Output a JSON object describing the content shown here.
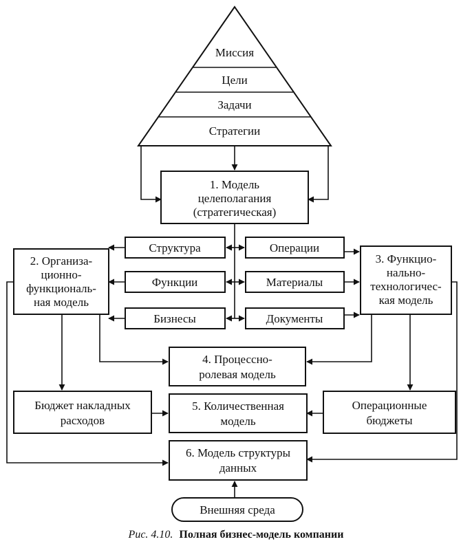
{
  "pyramid": {
    "levels": [
      "Миссия",
      "Цели",
      "Задачи",
      "Стратегии"
    ]
  },
  "nodes": {
    "goal_model": [
      "1. Модель",
      "целеполагания",
      "(стратегическая)"
    ],
    "org_model": [
      "2. Организа-",
      "ционно-",
      "функциональ-",
      "ная модель"
    ],
    "func_model": [
      "3. Функцио-",
      "нально-",
      "технологичес-",
      "кая модель"
    ],
    "structure": [
      "Структура"
    ],
    "functions": [
      "Функции"
    ],
    "businesses": [
      "Бизнесы"
    ],
    "operations": [
      "Операции"
    ],
    "materials": [
      "Материалы"
    ],
    "documents": [
      "Документы"
    ],
    "process_model": [
      "4. Процессно-",
      "ролевая модель"
    ],
    "overhead_budget": [
      "Бюджет накладных",
      "расходов"
    ],
    "quant_model": [
      "5. Количественная",
      "модель"
    ],
    "op_budgets": [
      "Операционные",
      "бюджеты"
    ],
    "data_model": [
      "6. Модель структуры",
      "данных"
    ],
    "environment": [
      "Внешняя среда"
    ]
  },
  "caption": {
    "figure": "Рис. 4.10.",
    "title": "Полная бизнес-модель компании"
  }
}
